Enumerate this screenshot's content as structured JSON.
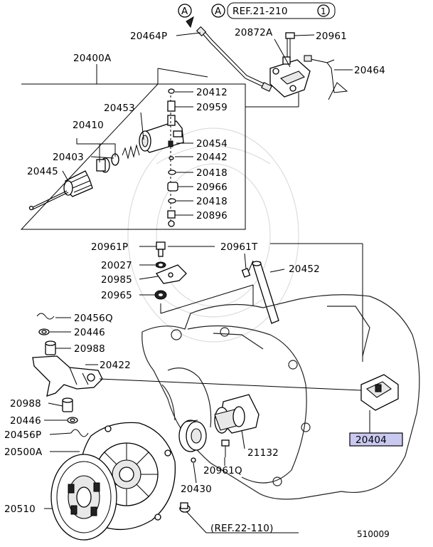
{
  "refs": {
    "a_marker": "A",
    "ref_21": "REF.21-210",
    "ref_21_circle": "1",
    "ref_22": "(REF.22-110)"
  },
  "labels": {
    "p20464P": "20464P",
    "p20872A": "20872A",
    "p20961_top": "20961",
    "p20464": "20464",
    "p20400A": "20400A",
    "p20412": "20412",
    "p20453": "20453",
    "p20959": "20959",
    "p20410": "20410",
    "p20454": "20454",
    "p20403": "20403",
    "p20442": "20442",
    "p20445": "20445",
    "p20418a": "20418",
    "p20966": "20966",
    "p20418b": "20418",
    "p20896": "20896",
    "p20961P": "20961P",
    "p20961T": "20961T",
    "p20027": "20027",
    "p20452": "20452",
    "p20985": "20985",
    "p20965": "20965",
    "p20456Q": "20456Q",
    "p20446a": "20446",
    "p20988a": "20988",
    "p20422": "20422",
    "p20988b": "20988",
    "p20446b": "20446",
    "p20456P": "20456P",
    "p20500A": "20500A",
    "p21132": "21132",
    "p20404": "20404",
    "p20961Q": "20961Q",
    "p20430": "20430",
    "p20510": "20510"
  },
  "diagram_id": "510009",
  "colors": {
    "highlight_fill": "#c8c8f0",
    "highlight_border": "#000000"
  }
}
